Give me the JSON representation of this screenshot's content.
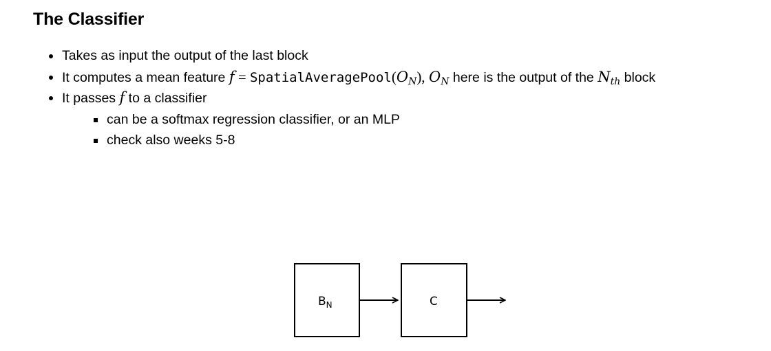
{
  "title": "The Classifier",
  "bullets": {
    "b1": "Takes as input the output of the last block",
    "b2": {
      "prefix": "It computes a mean feature ",
      "f": "f",
      "eq": " = ",
      "fn": "SpatialAveragePool",
      "lparen": "(",
      "o": "O",
      "n_sub": "N",
      "rparen": "),",
      "space": " ",
      "o2": "O",
      "n_sub2": "N",
      "mid": " here is the output of the ",
      "n": "N",
      "th": "th",
      "suffix": " block"
    },
    "b3": {
      "prefix": "It passes ",
      "f": "f",
      "suffix": " to a classifier"
    },
    "sub": [
      "can be a softmax regression classifier, or an MLP",
      "check also weeks 5-8"
    ]
  },
  "diagram": {
    "block_label": "B",
    "block_sub": "N",
    "classifier_label": "C"
  }
}
